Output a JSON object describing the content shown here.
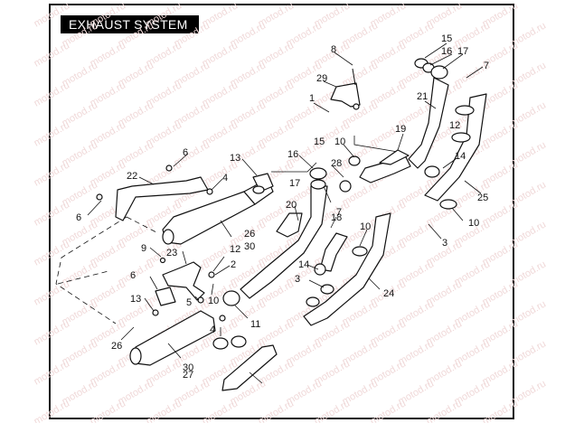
{
  "title": "EXHAUST SYSTEM",
  "watermark": "motod.ru",
  "callouts": [
    "8",
    "15",
    "16",
    "17",
    "7",
    "29",
    "1",
    "21",
    "19",
    "10",
    "12",
    "14",
    "6",
    "13",
    "16",
    "15",
    "28",
    "4",
    "22",
    "17",
    "7",
    "25",
    "10",
    "18",
    "10",
    "26",
    "30",
    "3",
    "6",
    "20",
    "24",
    "9",
    "23",
    "2",
    "12",
    "14",
    "6",
    "5",
    "10",
    "3",
    "13",
    "11",
    "4",
    "26",
    "30",
    "27"
  ]
}
